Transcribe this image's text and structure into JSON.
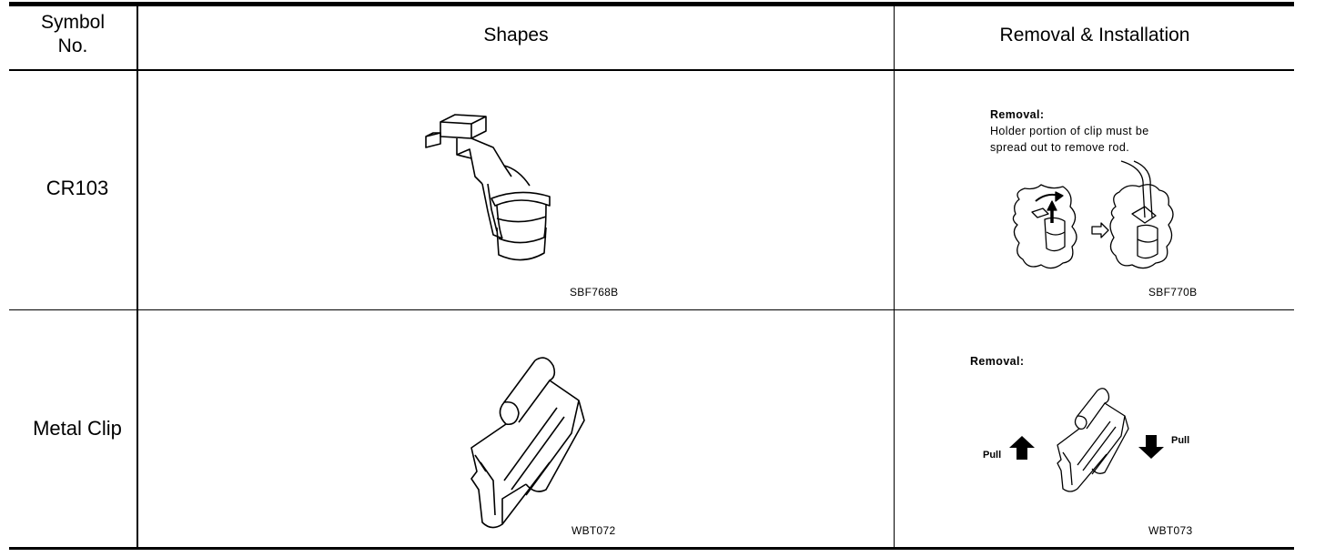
{
  "header": {
    "symbol_line1": "Symbol",
    "symbol_line2": "No.",
    "shapes": "Shapes",
    "removal_installation": "Removal & Installation"
  },
  "rows": [
    {
      "symbol": "CR103",
      "shape_code": "SBF768B",
      "removal_title": "Removal:",
      "removal_line1": "Holder portion of clip must be",
      "removal_line2": "spread out to remove rod.",
      "removal_code": "SBF770B"
    },
    {
      "symbol": "Metal Clip",
      "shape_code": "WBT072",
      "removal_title": "Removal:",
      "pull_left": "Pull",
      "pull_right": "Pull",
      "removal_code": "WBT073"
    }
  ]
}
